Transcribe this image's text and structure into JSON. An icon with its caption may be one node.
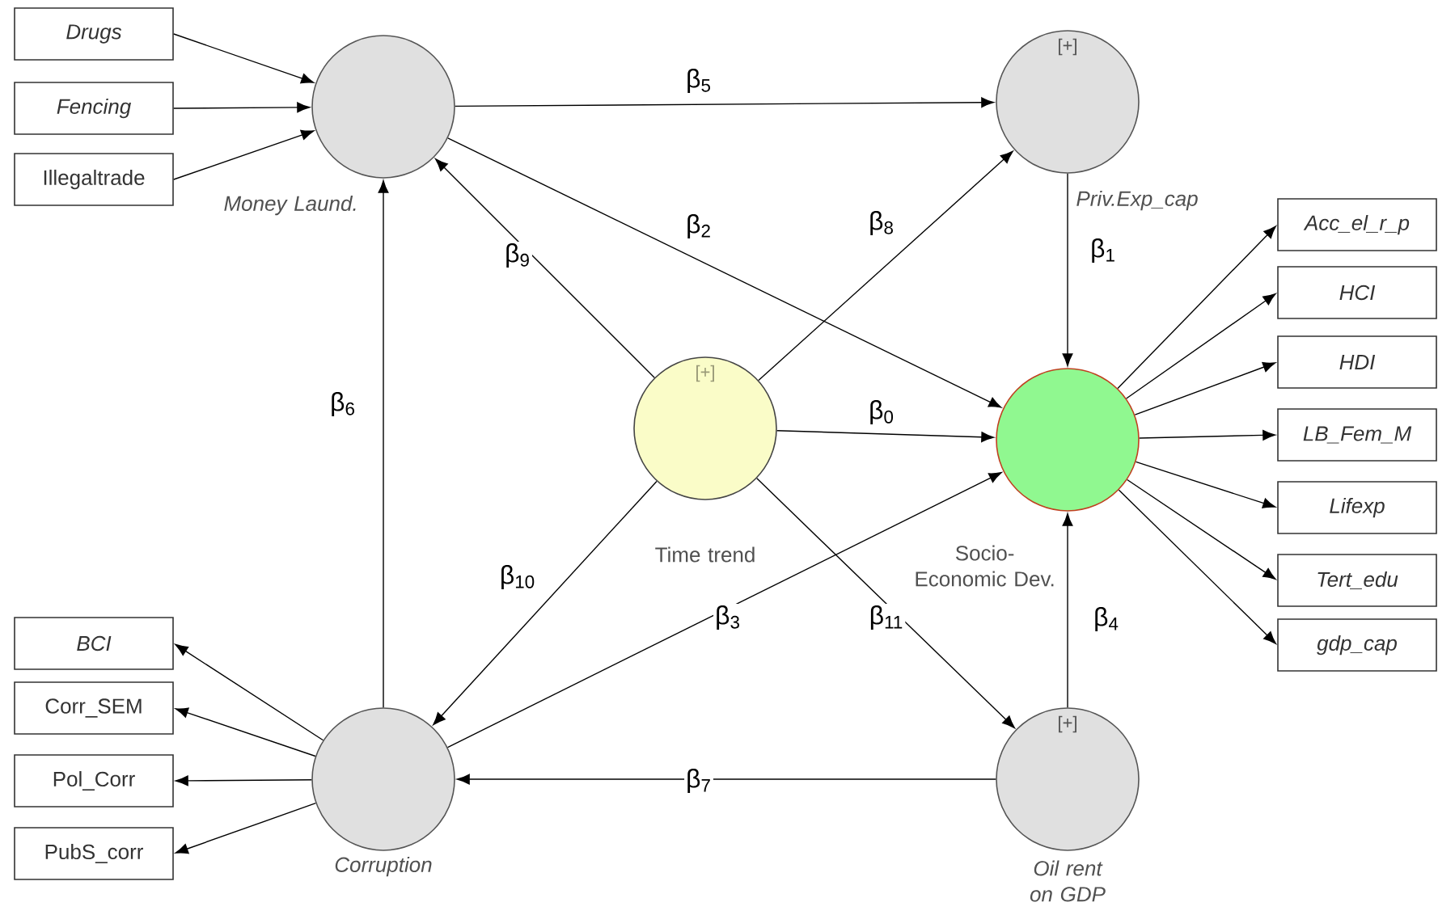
{
  "diagram": {
    "nodes": [
      {
        "text": [
          "Money Laund."
        ]
      },
      {
        "text": [
          "[+]",
          "Priv.Exp_cap"
        ]
      },
      {
        "text": [
          "[+]",
          "Time trend"
        ]
      },
      {
        "text": [
          "Socio-Economic Dev."
        ]
      },
      {
        "text": [
          "Corruption"
        ]
      },
      {
        "text": [
          "[+]",
          "Oil rent on GDP"
        ]
      },
      {
        "text": [
          "Drugs"
        ]
      },
      {
        "text": [
          "Fencing"
        ]
      },
      {
        "text": [
          "Illegaltrade"
        ]
      },
      {
        "text": [
          "Acc_el_r_p"
        ]
      },
      {
        "text": [
          "HCI"
        ]
      },
      {
        "text": [
          "HDI"
        ]
      },
      {
        "text": [
          "LB_Fem_M"
        ]
      },
      {
        "text": [
          "Lifexp"
        ]
      },
      {
        "text": [
          "Tert_edu"
        ]
      },
      {
        "text": [
          "gdp_cap"
        ]
      },
      {
        "text": [
          "BCI"
        ]
      },
      {
        "text": [
          "Corr_SEM"
        ]
      },
      {
        "text": [
          "Pol_Corr"
        ]
      },
      {
        "text": [
          "PubS_corr"
        ]
      }
    ],
    "edges": [
      {
        "from": 0,
        "to": 1,
        "arrow": "to",
        "label": "β$_{5}$"
      },
      {
        "from": 0,
        "to": 3,
        "arrow": "to",
        "label": "β$_{2}$"
      },
      {
        "from": 2,
        "to": 1,
        "arrow": "to",
        "label": "β$_{8}$"
      },
      {
        "from": 1,
        "to": 3,
        "arrow": "to",
        "label": "β$_{1}$"
      },
      {
        "from": 2,
        "to": 0,
        "arrow": "to",
        "label": "β$_{9}$"
      },
      {
        "from": 4,
        "to": 0,
        "arrow": "to",
        "label": "β$_{6}$"
      },
      {
        "from": 2,
        "to": 3,
        "arrow": "to",
        "label": "β$_{0}$"
      },
      {
        "from": 2,
        "to": 4,
        "arrow": "to",
        "label": "β$_{10}$"
      },
      {
        "from": 4,
        "to": 3,
        "arrow": "to",
        "label": "β$_{3}$"
      },
      {
        "from": 2,
        "to": 5,
        "arrow": "to",
        "label": "β$_{11}$"
      },
      {
        "from": 5,
        "to": 3,
        "arrow": "to",
        "label": "β$_{4}$"
      },
      {
        "from": 5,
        "to": 4,
        "arrow": "to",
        "label": "β$_{7}$"
      },
      {
        "from": 6,
        "to": 0,
        "arrow": "to"
      },
      {
        "from": 7,
        "to": 0,
        "arrow": "to"
      },
      {
        "from": 8,
        "to": 0,
        "arrow": "to"
      },
      {
        "from": 3,
        "to": 9,
        "arrow": "to"
      },
      {
        "from": 3,
        "to": 10,
        "arrow": "to"
      },
      {
        "from": 3,
        "to": 11,
        "arrow": "to"
      },
      {
        "from": 3,
        "to": 12,
        "arrow": "to"
      },
      {
        "from": 3,
        "to": 13,
        "arrow": "to"
      },
      {
        "from": 3,
        "to": 14,
        "arrow": "to"
      },
      {
        "from": 3,
        "to": 15,
        "arrow": "to"
      },
      {
        "from": 4,
        "to": 16,
        "arrow": "to"
      },
      {
        "from": 4,
        "to": 17,
        "arrow": "to"
      },
      {
        "from": 4,
        "to": 18,
        "arrow": "to"
      },
      {
        "from": 4,
        "to": 19,
        "arrow": "to"
      }
    ]
  }
}
